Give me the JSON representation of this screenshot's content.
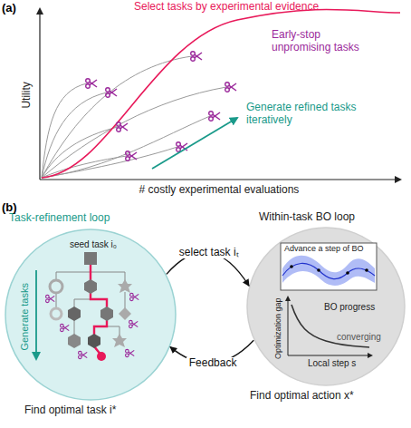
{
  "diagram": {
    "nodes": [
      {
        "text": [
          "Task-refinement loop",
          "seed task i₀",
          "Generate tasks",
          "Find optimal task i*"
        ]
      },
      {
        "text": [
          "Within-task BO loop",
          "Advance a step of BO",
          "Optimization gap",
          "BO progress",
          "converging",
          "Local step s",
          "Find optimal action x*"
        ]
      }
    ],
    "edges": [
      {
        "from": 0,
        "to": 1,
        "label": "select task iₜ",
        "arrow": "to"
      },
      {
        "from": 1,
        "to": 0,
        "label": "Feedback",
        "arrow": "to"
      }
    ],
    "labels": [
      "(a)",
      "Utility",
      "# costly experimental evaluations",
      "Select tasks by experimental evidence",
      "Early-stop unpromising tasks",
      "Generate refined tasks iteratively",
      "(b)"
    ]
  }
}
